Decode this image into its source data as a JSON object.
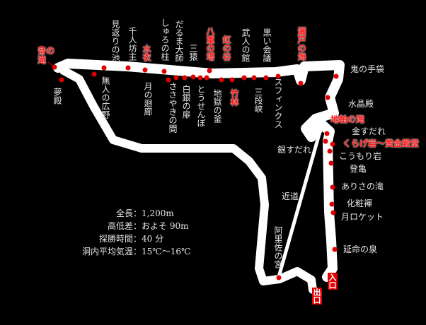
{
  "labels": {
    "oto_no_taki": "音の滝",
    "yumedono": "夢殿",
    "mikaeri": "見返りの池",
    "sennin": "千人坊主",
    "mizugoromo": "水衣",
    "shuro": "しゅろの柱",
    "daruma": "だるま大師",
    "sanen": "三猿",
    "yae": "八重の塔",
    "niji": "虹の谷",
    "bujin": "武人の館",
    "kuroi": "黒い会議",
    "seto": "瀬戸の海",
    "oni": "鬼の手袋",
    "suisho": "水晶殿",
    "chijiku": "地軸の滝",
    "kin": "金すだれ",
    "kurage": "くらげ岩〜黄金殿堂",
    "gin": "銀すだれ",
    "komori": "こうもり岩",
    "tokame": "登亀",
    "arisa_taki": "ありさの滝",
    "kesho": "化粧褌",
    "tsuki_rocket": "月ロケット",
    "enmei": "延命の泉",
    "chikamichi": "近道",
    "arisa_miya": "阿里佐の宮",
    "mujin": "無人の広野",
    "tsuki_kairo": "月の廻廊",
    "sasayaki": "ささやきの間",
    "hakugin": "白銀の扉",
    "tosenbo": "とうせんぼ",
    "jigoku": "地獄の釜",
    "chikurin": "竹林",
    "sandan": "三段峡",
    "sphinx": "スフィンクス",
    "iriguchi": "入口",
    "deguchi": "出口"
  },
  "stats": [
    {
      "k": "全長：",
      "v": "1,200m"
    },
    {
      "k": "高低差：",
      "v": "およそ 90m"
    },
    {
      "k": "探勝時間：",
      "v": "40 分"
    },
    {
      "k": "洞内平均気温：",
      "v": "15℃〜16℃"
    }
  ],
  "colors": {
    "path": "#ffffff",
    "marker": "#e00000",
    "highlight": "#ff1a1a"
  }
}
